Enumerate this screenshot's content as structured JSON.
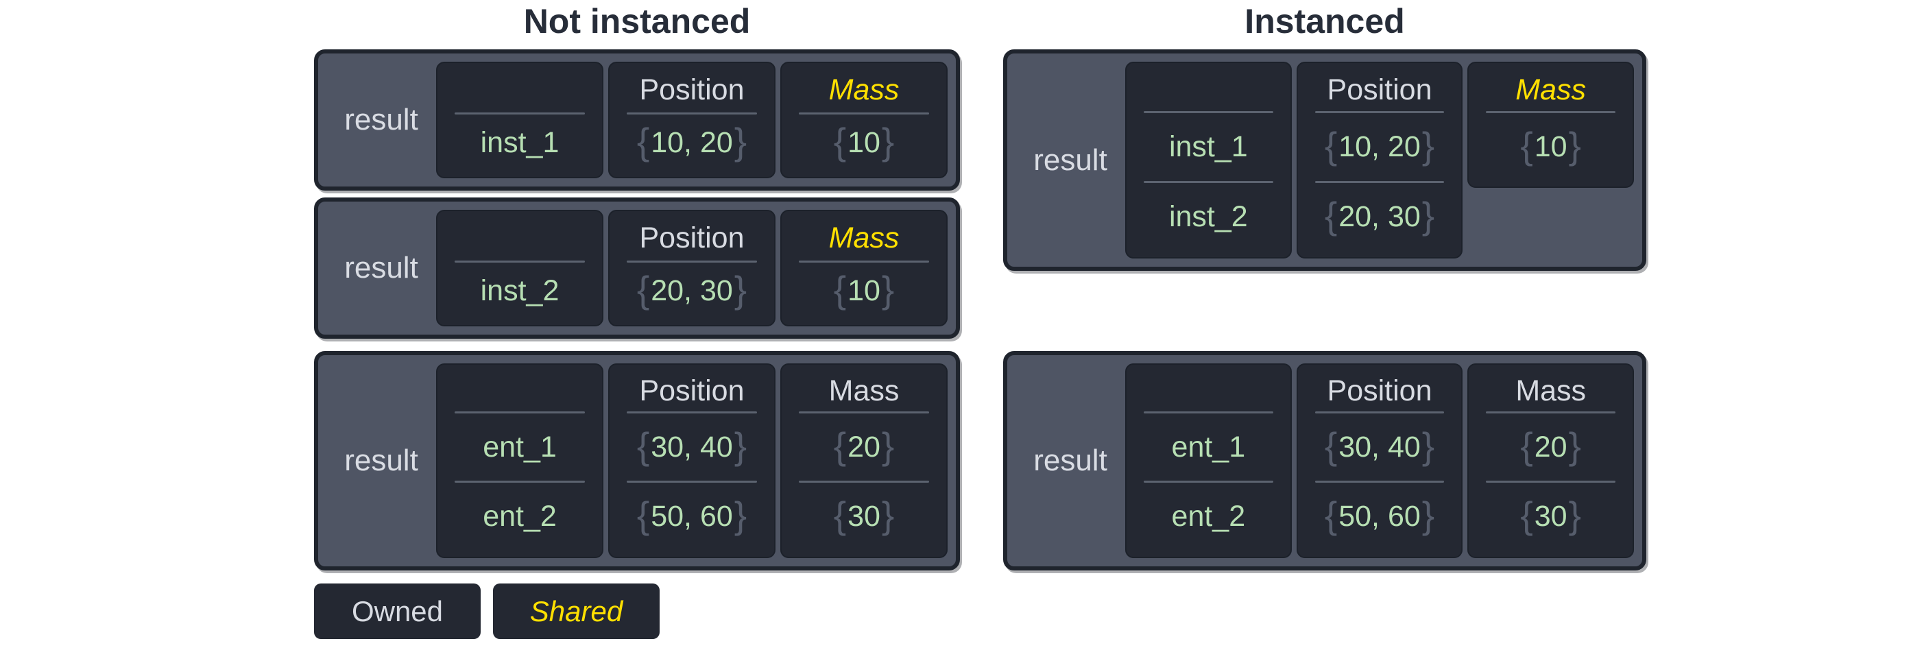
{
  "titles": {
    "not_instanced": "Not instanced",
    "instanced": "Instanced"
  },
  "punct": {
    "open": "{",
    "close": "}"
  },
  "legend": {
    "owned": "Owned",
    "shared": "Shared"
  },
  "colors": {
    "panel_bg": "#4f5564",
    "panel_border": "#1f242d",
    "cell_bg": "#242832",
    "divider": "#5c6370",
    "owned_text": "#d8dbe2",
    "value_green": "#b7dfb3",
    "brace_gray": "#565d6c",
    "shared_yellow": "#ffe000",
    "title_text": "#272d39"
  },
  "tables": {
    "ni1": {
      "result": "result",
      "name": {
        "header": "",
        "v0": "inst_1"
      },
      "pos": {
        "header": "Position",
        "v0": "10, 20"
      },
      "mass": {
        "header": "Mass",
        "v0": "10"
      }
    },
    "ni2": {
      "result": "result",
      "name": {
        "header": "",
        "v0": "inst_2"
      },
      "pos": {
        "header": "Position",
        "v0": "20, 30"
      },
      "mass": {
        "header": "Mass",
        "v0": "10"
      }
    },
    "ni3": {
      "result": "result",
      "name": {
        "header": "",
        "v0": "ent_1",
        "v1": "ent_2"
      },
      "pos": {
        "header": "Position",
        "v0": "30, 40",
        "v1": "50, 60"
      },
      "mass": {
        "header": "Mass",
        "v0": "20",
        "v1": "30"
      }
    },
    "i1": {
      "result": "result",
      "name": {
        "header": "",
        "v0": "inst_1",
        "v1": "inst_2"
      },
      "pos": {
        "header": "Position",
        "v0": "10, 20",
        "v1": "20, 30"
      },
      "mass": {
        "header": "Mass",
        "v0": "10"
      }
    },
    "i2": {
      "result": "result",
      "name": {
        "header": "",
        "v0": "ent_1",
        "v1": "ent_2"
      },
      "pos": {
        "header": "Position",
        "v0": "30, 40",
        "v1": "50, 60"
      },
      "mass": {
        "header": "Mass",
        "v0": "20",
        "v1": "30"
      }
    }
  }
}
